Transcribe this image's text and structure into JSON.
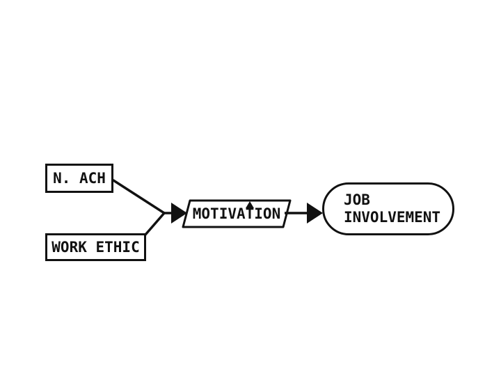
{
  "diagram": {
    "colors": {
      "ink": "#111111",
      "background": "#ffffff"
    },
    "nodes": {
      "n_ach": {
        "label": "N. ACH",
        "shape": "rectangle"
      },
      "work_ethic": {
        "label": "WORK ETHIC",
        "shape": "rectangle"
      },
      "motivation": {
        "label": "MOTIVATION",
        "prefix": "MOTIVA",
        "arrow_t": "T",
        "suffix": "ION",
        "shape": "parallelogram"
      },
      "job_involvement": {
        "line1": "JOB",
        "line2": "INVOLVEMENT",
        "shape": "rounded-capsule"
      }
    },
    "edges": [
      {
        "from": "N. ACH",
        "to": "MOTIVATION",
        "style": "line-converging-arrow"
      },
      {
        "from": "WORK ETHIC",
        "to": "MOTIVATION",
        "style": "line-converging-arrow"
      },
      {
        "from": "MOTIVATION",
        "to": "JOB INVOLVEMENT",
        "style": "arrow"
      }
    ]
  }
}
